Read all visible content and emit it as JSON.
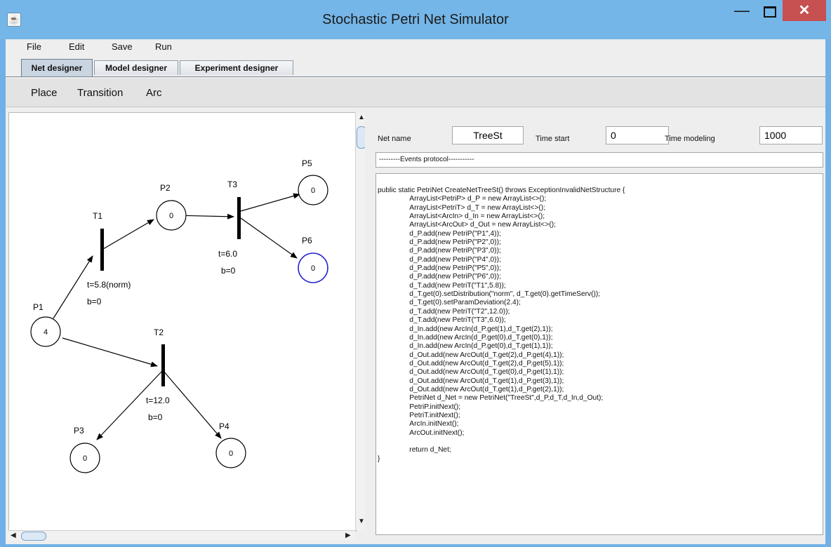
{
  "window": {
    "title": "Stochastic Petri Net Simulator",
    "app_icon": "java-cup-icon",
    "minimize": "—",
    "close": "✕"
  },
  "menu": [
    "File",
    "Edit",
    "Save",
    "Run"
  ],
  "tabs": [
    {
      "label": "Net designer",
      "active": true
    },
    {
      "label": "Model designer",
      "active": false
    },
    {
      "label": "Experiment designer",
      "active": false
    }
  ],
  "toolbar": [
    "Place",
    "Transition",
    "Arc"
  ],
  "net": {
    "places": [
      {
        "name": "P1",
        "tokens": "4"
      },
      {
        "name": "P2",
        "tokens": "0"
      },
      {
        "name": "P3",
        "tokens": "0"
      },
      {
        "name": "P4",
        "tokens": "0"
      },
      {
        "name": "P5",
        "tokens": "0"
      },
      {
        "name": "P6",
        "tokens": "0",
        "selected": true
      }
    ],
    "transitions": [
      {
        "name": "T1",
        "time": "t=5.8(norm)",
        "b": "b=0"
      },
      {
        "name": "T2",
        "time": "t=12.0",
        "b": "b=0"
      },
      {
        "name": "T3",
        "time": "t=6.0",
        "b": "b=0"
      }
    ],
    "selection_color": "#2222cc"
  },
  "form": {
    "net_name_label": "Net name",
    "net_name_value": "TreeSt",
    "time_start_label": "Time start",
    "time_start_value": "0",
    "time_modeling_label": "Time modeling",
    "time_modeling_value": "1000"
  },
  "events_protocol": "---------Events protocol-----------",
  "code": "public static PetriNet CreateNetTreeSt() throws ExceptionInvalidNetStructure {\n\t\tArrayList<PetriP> d_P = new ArrayList<>();\n\t\tArrayList<PetriT> d_T = new ArrayList<>();\n\t\tArrayList<ArcIn> d_In = new ArrayList<>();\n\t\tArrayList<ArcOut> d_Out = new ArrayList<>();\n\t\td_P.add(new PetriP(\"P1\",4));\n\t\td_P.add(new PetriP(\"P2\",0));\n\t\td_P.add(new PetriP(\"P3\",0));\n\t\td_P.add(new PetriP(\"P4\",0));\n\t\td_P.add(new PetriP(\"P5\",0));\n\t\td_P.add(new PetriP(\"P6\",0));\n\t\td_T.add(new PetriT(\"T1\",5.8));\n\t\td_T.get(0).setDistribution(\"norm\", d_T.get(0).getTimeServ());\n\t\td_T.get(0).setParamDeviation(2.4);\n\t\td_T.add(new PetriT(\"T2\",12.0));\n\t\td_T.add(new PetriT(\"T3\",6.0));\n\t\td_In.add(new ArcIn(d_P.get(1),d_T.get(2),1));\n\t\td_In.add(new ArcIn(d_P.get(0),d_T.get(0),1));\n\t\td_In.add(new ArcIn(d_P.get(0),d_T.get(1),1));\n\t\td_Out.add(new ArcOut(d_T.get(2),d_P.get(4),1));\n\t\td_Out.add(new ArcOut(d_T.get(2),d_P.get(5),1));\n\t\td_Out.add(new ArcOut(d_T.get(0),d_P.get(1),1));\n\t\td_Out.add(new ArcOut(d_T.get(1),d_P.get(3),1));\n\t\td_Out.add(new ArcOut(d_T.get(1),d_P.get(2),1));\n\t\tPetriNet d_Net = new PetriNet(\"TreeSt\",d_P,d_T,d_In,d_Out);\n\t\tPetriP.initNext();\n\t\tPetriT.initNext();\n\t\tArcIn.initNext();\n\t\tArcOut.initNext();\n\n\t\treturn d_Net;\n}"
}
